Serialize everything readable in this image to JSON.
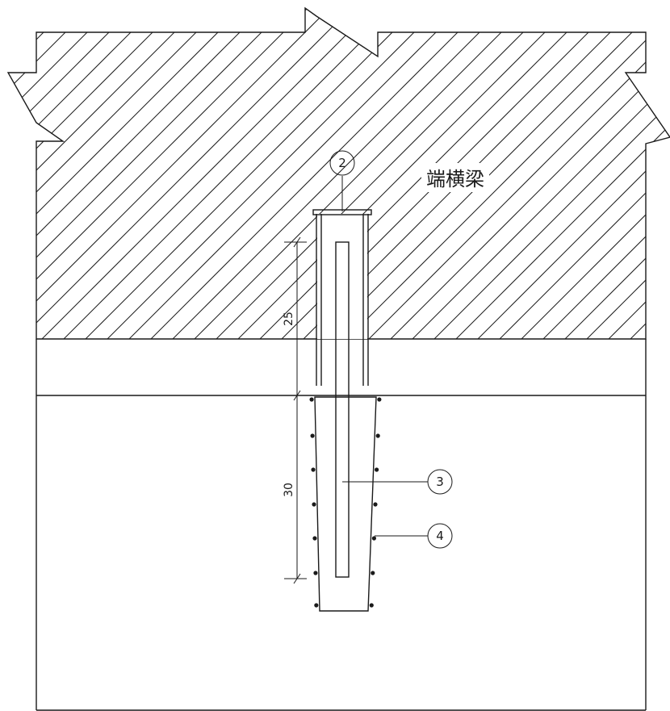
{
  "beam_label": "端横梁",
  "callouts": [
    {
      "id": "2"
    },
    {
      "id": "3"
    },
    {
      "id": "4"
    }
  ],
  "dimensions": {
    "upper": "25",
    "lower": "30"
  }
}
